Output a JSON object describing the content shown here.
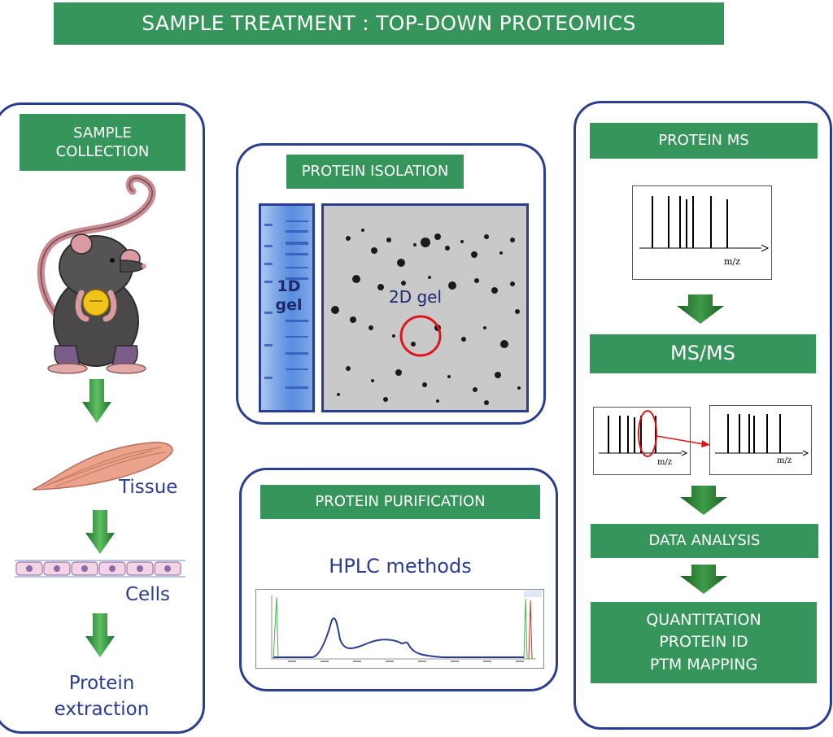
{
  "title": "SAMPLE TREATMENT : TOP-DOWN PROTEOMICS",
  "collection": {
    "header": "SAMPLE COLLECTION",
    "steps": [
      "Tissue",
      "Cells",
      "Protein extraction"
    ]
  },
  "isolation": {
    "header": "PROTEIN ISOLATION",
    "gel1d_label": "1D gel",
    "gel2d_label": "2D gel"
  },
  "purification": {
    "header": "PROTEIN PURIFICATION",
    "method": "HPLC methods"
  },
  "ms": {
    "header": "PROTEIN MS",
    "axis_label": "m/z",
    "msms_header": "MS/MS",
    "analysis_header": "DATA ANALYSIS",
    "results": [
      "QUANTITATION",
      "PROTEIN ID",
      "PTM MAPPING"
    ]
  },
  "colors": {
    "header_green": "#35955a",
    "panel_border": "#2b3d8f",
    "arrow_green": "#2f8f3a",
    "highlight_red": "#e0151b"
  }
}
